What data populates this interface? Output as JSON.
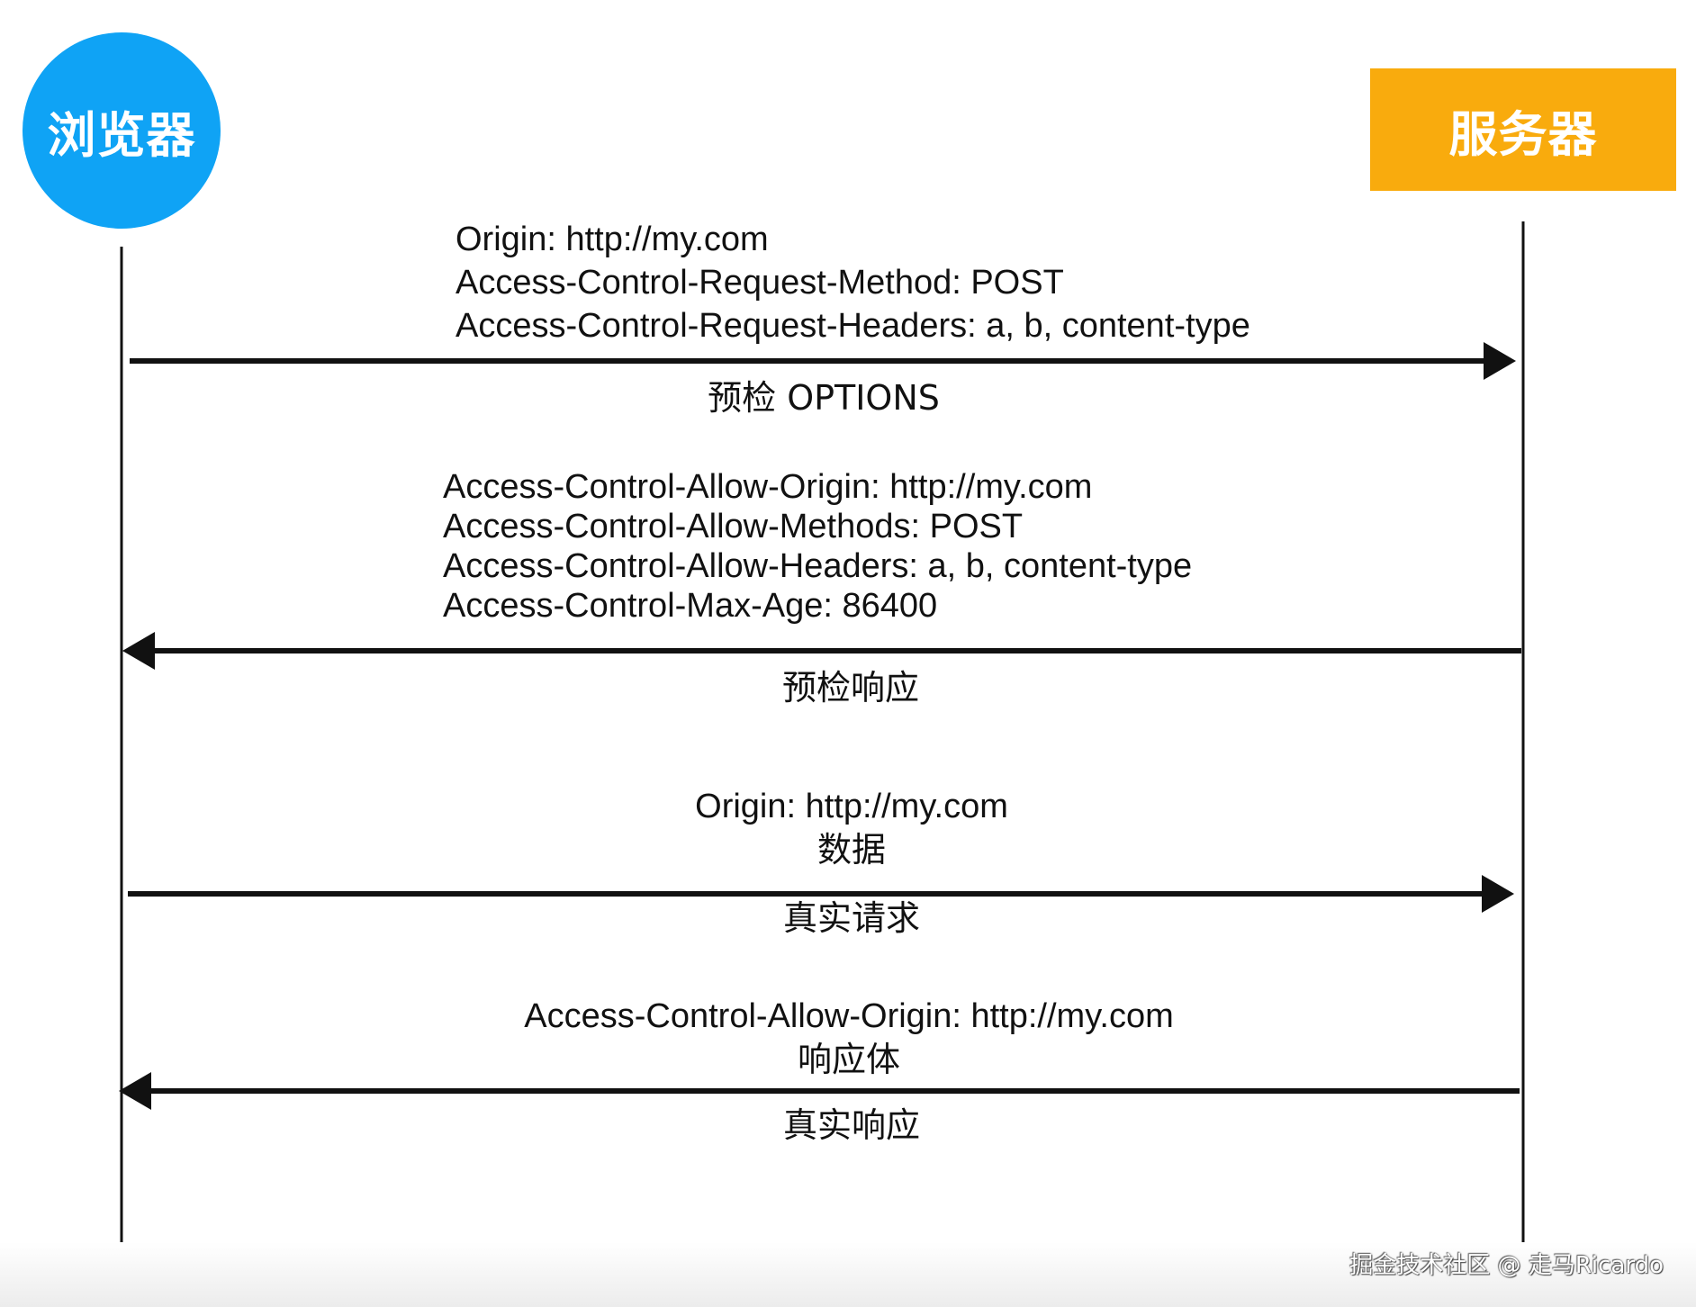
{
  "actors": {
    "browser": {
      "label": "浏览器",
      "color": "#0fa3f5"
    },
    "server": {
      "label": "服务器",
      "color": "#f9ab0d"
    }
  },
  "messages": [
    {
      "id": "preflight-request",
      "direction": "to-server",
      "headers": [
        "Origin: http://my.com",
        "Access-Control-Request-Method: POST",
        "Access-Control-Request-Headers: a, b, content-type"
      ],
      "caption": "预检 OPTIONS"
    },
    {
      "id": "preflight-response",
      "direction": "to-browser",
      "headers": [
        "Access-Control-Allow-Origin: http://my.com",
        "Access-Control-Allow-Methods: POST",
        "Access-Control-Allow-Headers: a, b, content-type",
        "Access-Control-Max-Age: 86400"
      ],
      "caption": "预检响应"
    },
    {
      "id": "actual-request",
      "direction": "to-server",
      "headers": [
        "Origin: http://my.com",
        "数据"
      ],
      "caption": "真实请求"
    },
    {
      "id": "actual-response",
      "direction": "to-browser",
      "headers": [
        "Access-Control-Allow-Origin: http://my.com",
        "响应体"
      ],
      "caption": "真实响应"
    }
  ],
  "watermark": "掘金技术社区 @ 走马Ricardo"
}
